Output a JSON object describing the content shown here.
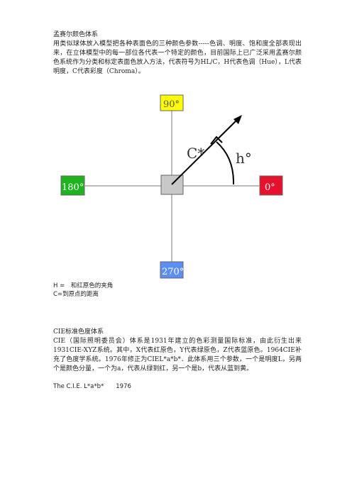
{
  "section1": {
    "title": "孟赛尔颜色体系",
    "body": "用类似球体放入模型把各种表面色的三种颜色参数-----色调、明度、饱和度全部表现出来，在立体模型中的每一部位各代表一个特定的颜色，目前国际上已广泛采用孟赛尔颜色系统作为分类和标定表面色放入方法，代表符号为HL/C，H代表色调（Hue），L代表明度，C代表彩度（Chroma）。"
  },
  "diagram": {
    "box_top": "90°",
    "box_left": "180°",
    "box_right": "0°",
    "box_bottom": "270°",
    "label_chroma": "C*",
    "label_hue": "h°",
    "colors": {
      "top": "#ffff00",
      "left": "#1fb41f",
      "right": "#e8112d",
      "bottom": "#5b8ff5",
      "center": "#c8c8c8"
    }
  },
  "notes": {
    "line1": "H =　和红原色的夹角",
    "line2": "C=到原点的距离"
  },
  "section2": {
    "title": "CIE标准色度体系",
    "body": "CIE（国际照明委员会）体系是1931年建立的色彩测量国际标准，由此衍生出来1931CIE-XYZ系统。其中，X代表红原色，Y代表绿原色，Z代表蓝原色。1964CIE补充了色度学系统。1976年修正为CIEL*a*b*．此体系用三个参数，一个是明度L，另两个是颜色分量，一个为a，代表从绿到红，另一个是b，代表从蓝到黄。",
    "footer": "The C.I.E. L*a*b*　　1976"
  }
}
